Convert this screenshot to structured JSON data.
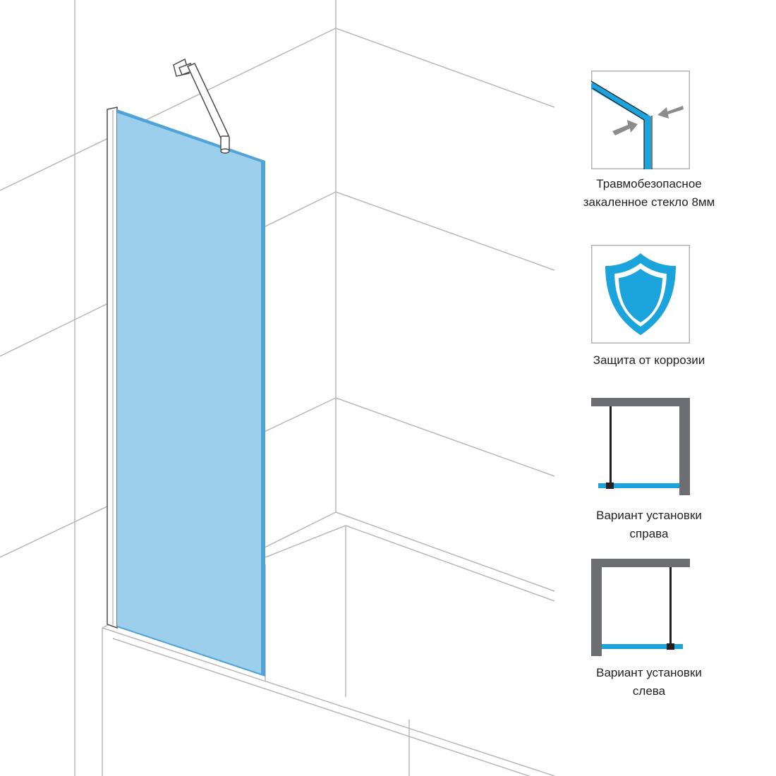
{
  "colors": {
    "glass": "#9ccfeb",
    "glass_edge": "#4fa3d6",
    "accent_blue": "#1ba3db",
    "wall_lines": "#b3b3b3",
    "dark_frame": "#6d6e71",
    "text": "#231f20"
  },
  "features": [
    {
      "icon": "tempered-glass-icon",
      "caption_line1": "Травмобезопасное",
      "caption_line2": "закаленное стекло 8мм"
    },
    {
      "icon": "shield-icon",
      "caption_line1": "Защита от коррозии"
    },
    {
      "icon": "install-right-icon",
      "caption_line1": "Вариант установки",
      "caption_line2": "справа"
    },
    {
      "icon": "install-left-icon",
      "caption_line1": "Вариант установки",
      "caption_line2": "слева"
    }
  ]
}
